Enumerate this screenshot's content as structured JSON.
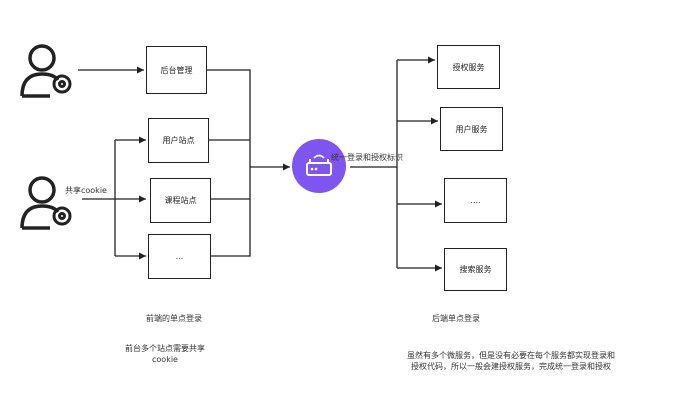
{
  "frontend": {
    "admin": "后台管理",
    "user_site": "用户站点",
    "course_site": "课程站点",
    "ellipsis": "...",
    "shared_cookie": "共享cookie"
  },
  "gateway": {
    "label": "统一登录和授权标识",
    "color": "#7f55f0"
  },
  "backend": {
    "auth": "授权服务",
    "user": "用户服务",
    "ellipsis": "....",
    "search": "搜索服务"
  },
  "captions": {
    "frontend_title": "前端的单点登录",
    "frontend_desc": "前台多个站点需要共享cookie",
    "backend_title": "后端单点登录",
    "backend_desc": "虽然有多个微服务，但是没有必要在每个服务都实现登录和授权代码，所以一般会建授权服务，完成统一登录和授权"
  },
  "icons": [
    "user-gear-icon",
    "user-gear-icon",
    "router-icon"
  ]
}
